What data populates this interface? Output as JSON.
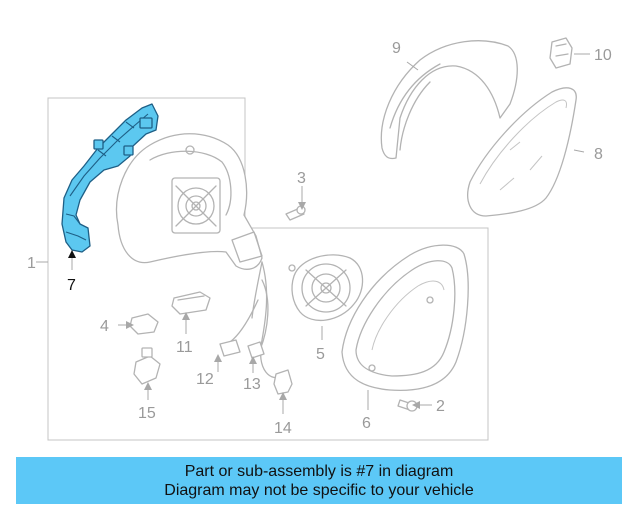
{
  "callouts": {
    "c1": "1",
    "c2": "2",
    "c3": "3",
    "c4": "4",
    "c5": "5",
    "c6": "6",
    "c7": "7",
    "c8": "8",
    "c9": "9",
    "c10": "10",
    "c11": "11",
    "c12": "12",
    "c13": "13",
    "c14": "14",
    "c15": "15"
  },
  "highlighted_part": "7",
  "colors": {
    "highlight_fill": "#5cc8f0",
    "highlight_stroke": "#1e5f86",
    "banner_background": "#5cc8f7",
    "part_stroke": "#b3b3b3"
  },
  "banner": {
    "line1": "Part or sub-assembly is #7 in diagram",
    "line2": "Diagram may not be specific to your vehicle"
  }
}
